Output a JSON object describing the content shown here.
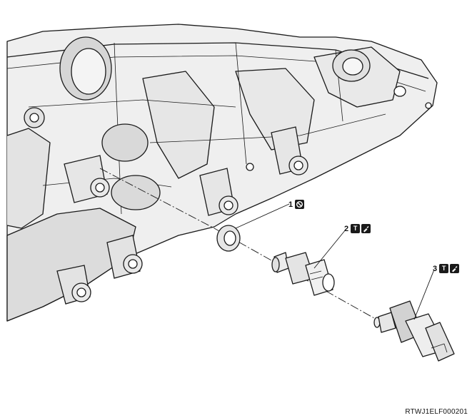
{
  "callouts": [
    {
      "number": "1",
      "symbols": [
        "do-not-reuse-icon"
      ]
    },
    {
      "number": "2",
      "symbols": [
        "torque-icon",
        "sealant-icon"
      ]
    },
    {
      "number": "3",
      "symbols": [
        "torque-icon",
        "sealant-icon"
      ]
    }
  ],
  "torque_symbol_text": "T",
  "document_id": "RTWJ1ELF000201",
  "colors": {
    "line": "#1a1a1a",
    "surface": "#efefef",
    "shade": "#d4d4d4",
    "background": "#ffffff"
  }
}
